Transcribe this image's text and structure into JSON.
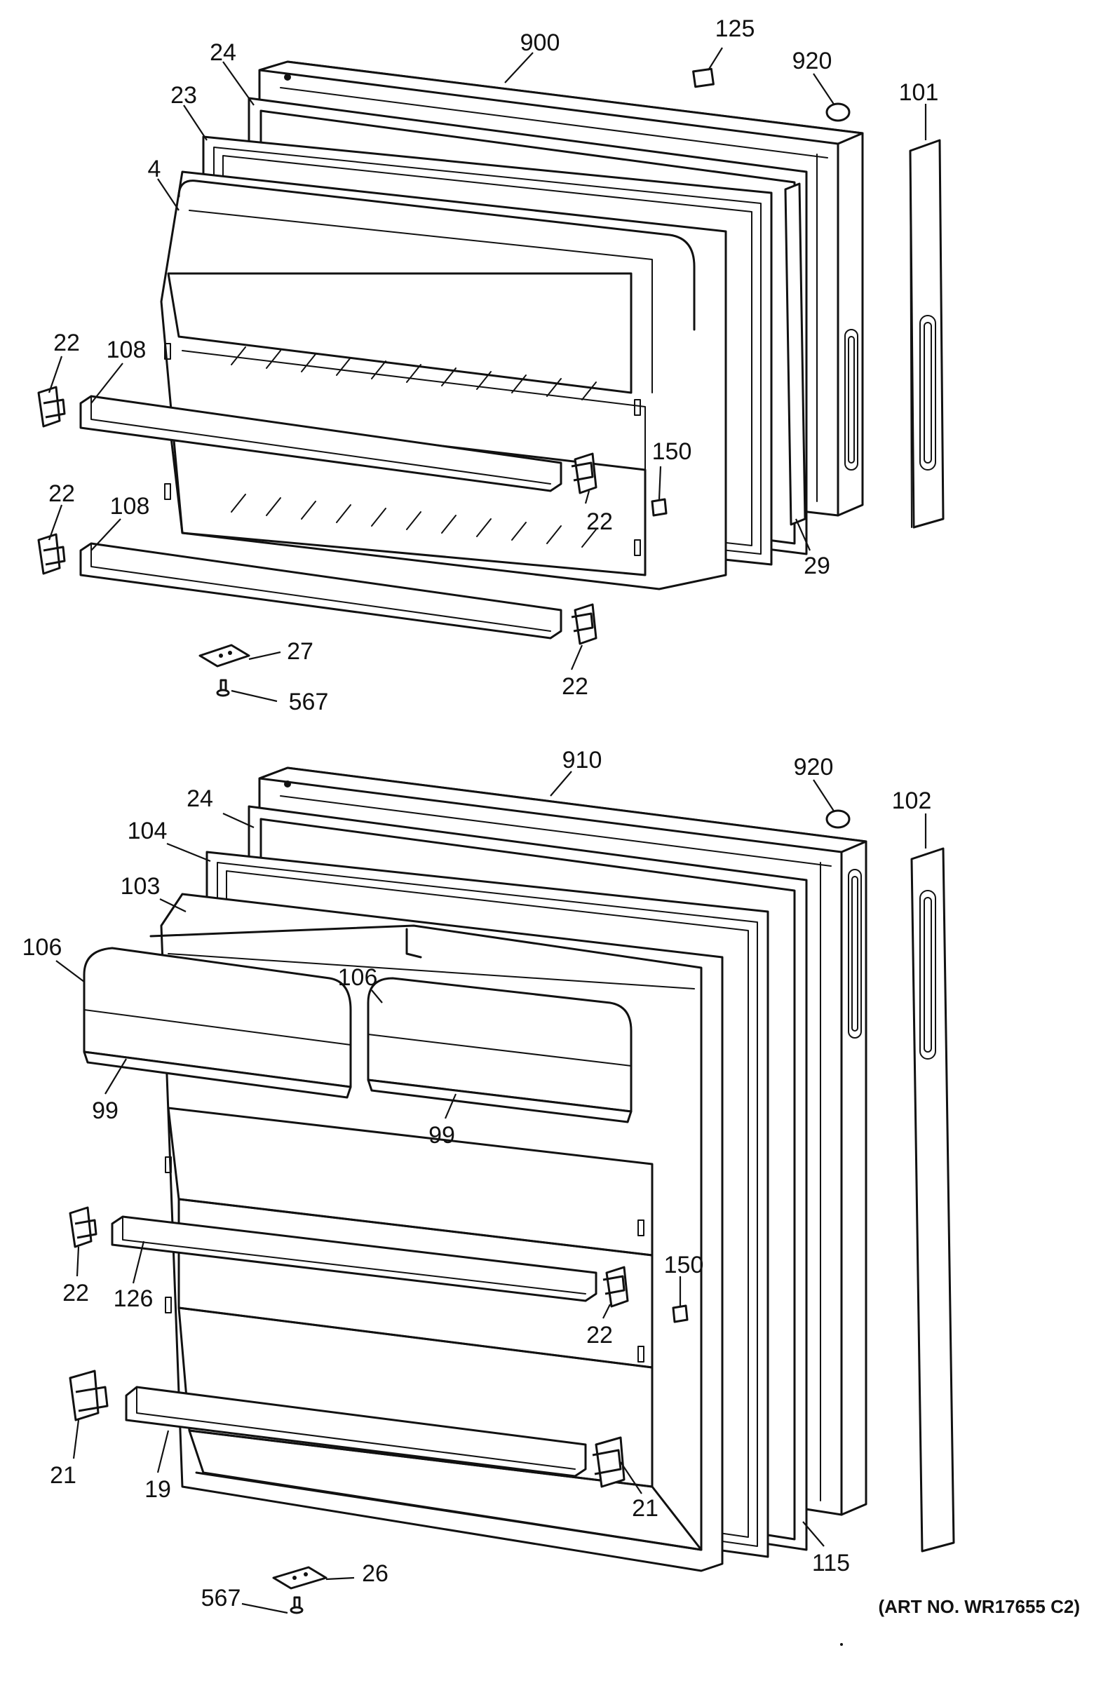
{
  "labels": {
    "top": {
      "l900": "900",
      "l125": "125",
      "l920": "920",
      "l101": "101",
      "l24": "24",
      "l23": "23",
      "l4": "4",
      "l22a": "22",
      "l108a": "108",
      "l22b": "22",
      "l108b": "108",
      "l150": "150",
      "l22c": "22",
      "l29": "29",
      "l22d": "22",
      "l27": "27",
      "l567": "567"
    },
    "bottom": {
      "l910": "910",
      "l920": "920",
      "l102": "102",
      "l24": "24",
      "l104": "104",
      "l103": "103",
      "l106a": "106",
      "l106b": "106",
      "l99a": "99",
      "l99b": "99",
      "l22a": "22",
      "l126": "126",
      "l150": "150",
      "l22b": "22",
      "l21a": "21",
      "l19": "19",
      "l21b": "21",
      "l115": "115",
      "l26": "26",
      "l567": "567"
    }
  },
  "art_number": "(ART NO. WR17655 C2)"
}
